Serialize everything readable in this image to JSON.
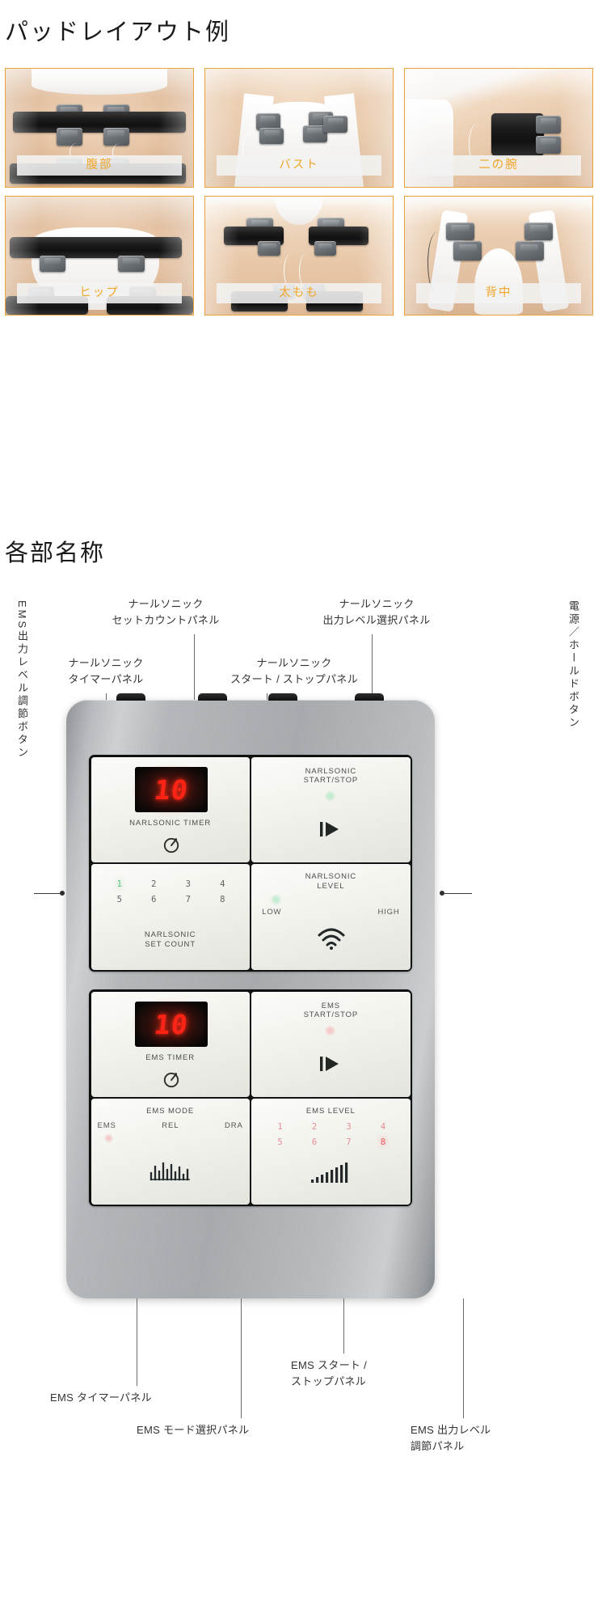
{
  "sections": {
    "pad_layout_title": "パッドレイアウト例",
    "parts_title": "各部名称"
  },
  "pad_examples": [
    {
      "caption": "腹部"
    },
    {
      "caption": "バスト"
    },
    {
      "caption": "二の腕"
    },
    {
      "caption": "ヒップ"
    },
    {
      "caption": "太もも"
    },
    {
      "caption": "背中"
    }
  ],
  "callouts": {
    "narlsonic_set_count": "ナールソニック\nセットカウントパネル",
    "narlsonic_level": "ナールソニック\n出力レベル選択パネル",
    "narlsonic_timer": "ナールソニック\nタイマーパネル",
    "narlsonic_start_stop": "ナールソニック\nスタート / ストップパネル",
    "ems_output_button": "EMS出力レベル調節ボタン",
    "power_hold_button": "電源／ホールドボタン",
    "ems_timer_panel": "EMS タイマーパネル",
    "ems_mode_panel": "EMS モード選択パネル",
    "ems_start_stop_panel": "EMS スタート /\nストップパネル",
    "ems_level_panel": "EMS 出力レベル\n調節パネル"
  },
  "device": {
    "narlsonic": {
      "timer_label": "NARLSONIC TIMER",
      "timer_value": "10",
      "start_stop_label": "NARLSONIC\nSTART/STOP",
      "set_count_label": "NARLSONIC\nSET COUNT",
      "set_count_numbers": [
        "1",
        "2",
        "3",
        "4",
        "5",
        "6",
        "7",
        "8"
      ],
      "set_count_active": "1",
      "level_label": "NARLSONIC\nLEVEL",
      "level_low": "LOW",
      "level_high": "HIGH"
    },
    "ems": {
      "timer_label": "EMS TIMER",
      "timer_value": "10",
      "start_stop_label": "EMS\nSTART/STOP",
      "mode_label": "EMS MODE",
      "modes": [
        "EMS",
        "REL",
        "DRA"
      ],
      "mode_active": "EMS",
      "level_label": "EMS LEVEL",
      "level_numbers": [
        "1",
        "2",
        "3",
        "4",
        "5",
        "6",
        "7",
        "8"
      ],
      "level_active": "8"
    },
    "icons": {
      "timer": "stopwatch-icon",
      "play": "play-icon",
      "wave": "signal-wave-icon",
      "pulse": "pulse-wave-icon",
      "bars": "level-bars-icon"
    }
  },
  "colors": {
    "accent_orange": "#f0a62a",
    "frame_orange": "#e8a33d",
    "led_red": "#ff1d10",
    "lamp_green": "#5bbf85",
    "lamp_red": "#f0606a",
    "device_silver": "#b4b8bb"
  }
}
